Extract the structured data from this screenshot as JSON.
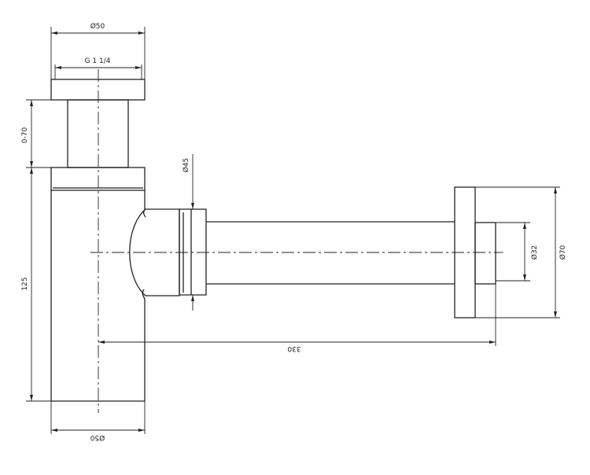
{
  "dimensions": {
    "top_diameter": "Ø50",
    "thread": "G 1 1/4",
    "height_range": "0-70",
    "body_height": "125",
    "bottom_diameter": "Ø50",
    "outlet_diameter": "Ø45",
    "horizontal_length": "330",
    "pipe_diameter": "Ø32",
    "flange_diameter": "Ø70"
  },
  "colors": {
    "line": "#222222",
    "background": "#ffffff"
  }
}
